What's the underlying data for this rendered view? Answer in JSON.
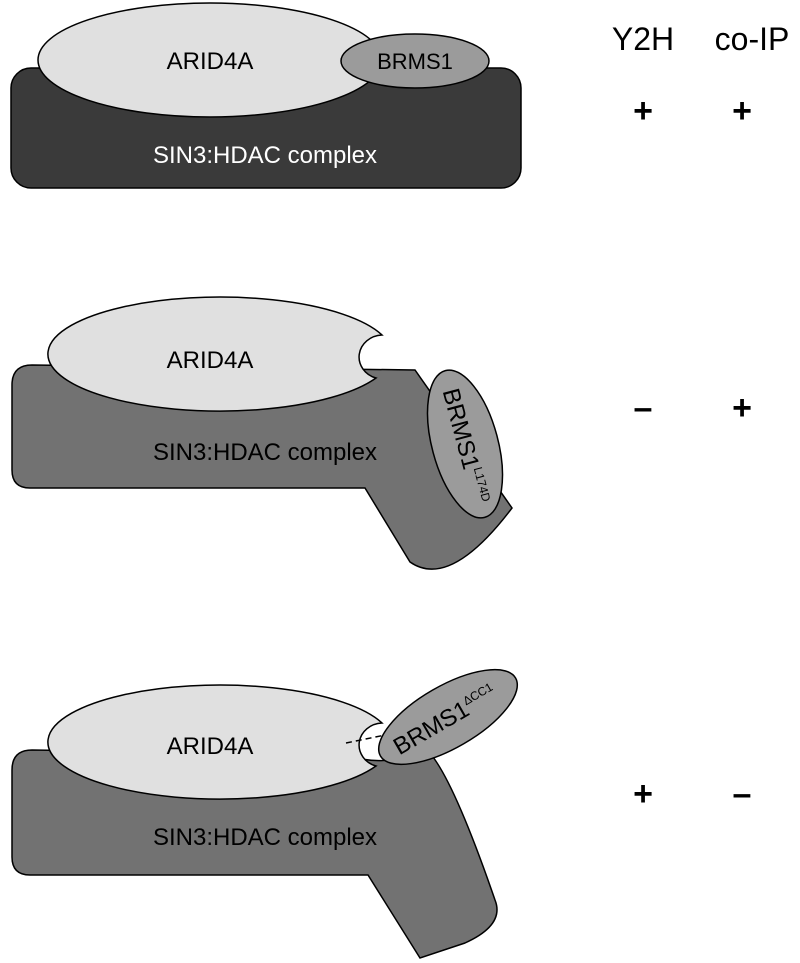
{
  "columns": {
    "y2h": "Y2H",
    "coip": "co-IP"
  },
  "panels": [
    {
      "arid4a": "ARID4A",
      "brms1": "BRMS1",
      "complex": "SIN3:HDAC complex",
      "y2h": "+",
      "coip": "+"
    },
    {
      "arid4a": "ARID4A",
      "brms1": "BRMS1",
      "brms1_sup": "L174D",
      "complex": "SIN3:HDAC complex",
      "y2h": "–",
      "coip": "+"
    },
    {
      "arid4a": "ARID4A",
      "brms1": "BRMS1",
      "brms1_sup": "ΔCC1",
      "complex": "SIN3:HDAC complex",
      "y2h": "+",
      "coip": "–"
    }
  ],
  "colors": {
    "complex_dark": "#3a3a3a",
    "complex_mid": "#727272",
    "arid4a_fill": "#e0e0e0",
    "brms1_fill": "#9b9b9b",
    "outline": "#000000"
  }
}
